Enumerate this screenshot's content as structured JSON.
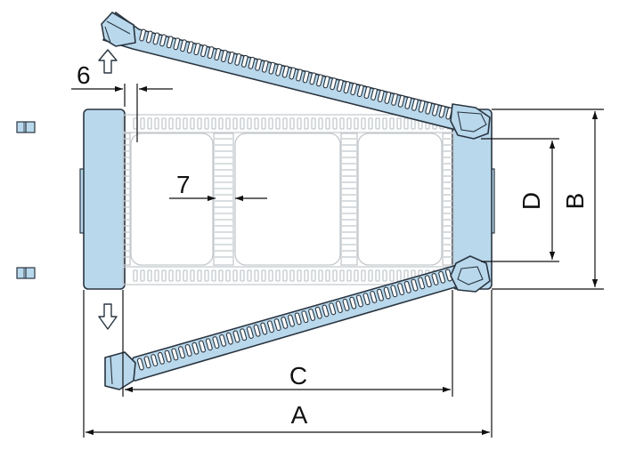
{
  "colors": {
    "part_fill": "#b9d8ec",
    "part_stroke": "#2a3540",
    "ghost_stroke": "#c4c9ce",
    "dim_line": "#111111",
    "background": "#ffffff"
  },
  "icons": {
    "up_arrow": "hollow-up-arrow-icon",
    "down_arrow": "hollow-down-arrow-icon",
    "marker": "double-square-marker-icon"
  },
  "labels": {
    "A": "A",
    "B": "B",
    "C": "C",
    "D": "D",
    "six": "6",
    "seven": "7"
  }
}
